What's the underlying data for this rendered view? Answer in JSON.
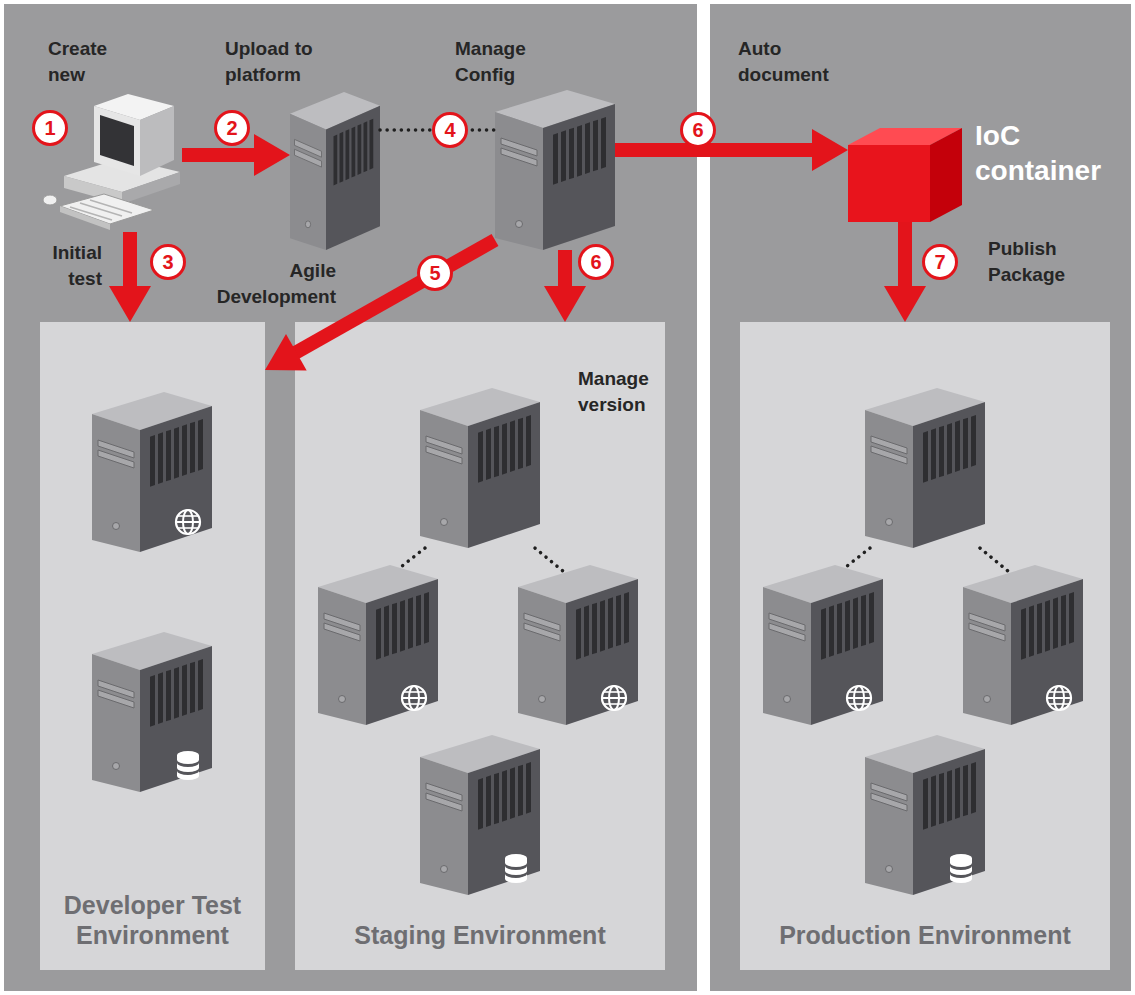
{
  "diagram": {
    "nodes": [
      {
        "text": [
          "Create new"
        ]
      },
      {
        "text": [
          "Upload to platform",
          "Agile Development"
        ]
      },
      {
        "text": [
          "Manage Config"
        ]
      },
      {
        "text": [
          "IoC container"
        ]
      },
      {
        "text": [
          "Developer Test Environment"
        ]
      },
      {
        "text": [
          "Staging Environment"
        ]
      },
      {
        "text": [
          "Production Environment"
        ]
      }
    ],
    "edges": [
      {
        "from": 0,
        "to": 1,
        "label": "2",
        "arrow": "to"
      },
      {
        "from": 0,
        "to": 4,
        "label": "3",
        "arrow": "to"
      },
      {
        "from": 1,
        "to": 2,
        "label": "4",
        "arrow": "none"
      },
      {
        "from": 2,
        "to": 4,
        "label": "5",
        "arrow": "to"
      },
      {
        "from": 2,
        "to": 5,
        "label": "6",
        "arrow": "to"
      },
      {
        "from": 2,
        "to": 3,
        "label": "6",
        "arrow": "to"
      },
      {
        "from": 3,
        "to": 6,
        "label": "7",
        "arrow": "to"
      }
    ],
    "labels": [
      "1",
      "Initial test",
      "Auto document",
      "Manage version",
      "Publish Package"
    ]
  }
}
